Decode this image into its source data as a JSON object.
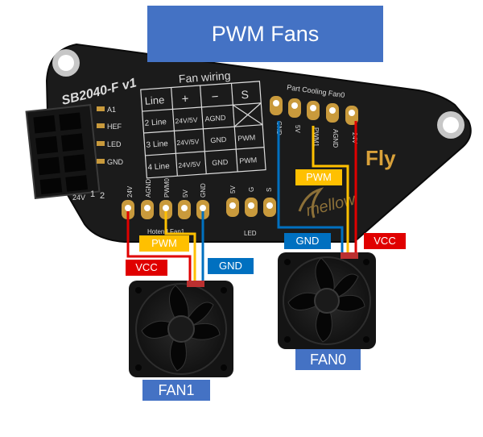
{
  "title": "PWM Fans",
  "board": {
    "name": "SB2040-F v1",
    "brand": "Fly",
    "brand_script": "mellow",
    "left_header_pins": [
      "A1",
      "HEF",
      "LED",
      "GND",
      "24V"
    ],
    "left_header_numbers": [
      "1",
      "2"
    ],
    "hotend_fan_pins": [
      "24V",
      "AGND",
      "PWM0",
      "5V",
      "GND"
    ],
    "led_pins": [
      "5V",
      "G",
      "S"
    ],
    "part_fan_pins": [
      "GND",
      "5V",
      "PWM1",
      "AGND",
      "24V"
    ],
    "hotend_fan_label": "Hotend Fan1",
    "led_label": "LED",
    "part_fan_label": "Part Cooling Fan0"
  },
  "fan_wiring_table": {
    "title": "Fan wiring",
    "headers": [
      "Line",
      "+",
      "−",
      "S"
    ],
    "rows": [
      [
        "2 Line",
        "24V/5V",
        "AGND",
        ""
      ],
      [
        "3 Line",
        "24V/5V",
        "GND",
        "PWM"
      ],
      [
        "4 Line",
        "24V/5V",
        "GND",
        "PWM"
      ]
    ]
  },
  "fan1_tags": {
    "pwm": "PWM",
    "vcc": "VCC",
    "gnd": "GND"
  },
  "fan0_tags": {
    "pwm": "PWM",
    "gnd": "GND",
    "vcc": "VCC"
  },
  "fan_labels": {
    "fan1": "FAN1",
    "fan0": "FAN0"
  },
  "colors": {
    "title_bg": "#4472C4",
    "vcc": "#E00000",
    "gnd": "#0070C0",
    "pwm": "#FFC000",
    "board": "#1b1b1b",
    "silk": "#dcdcdc",
    "pad": "#c99a3c"
  }
}
